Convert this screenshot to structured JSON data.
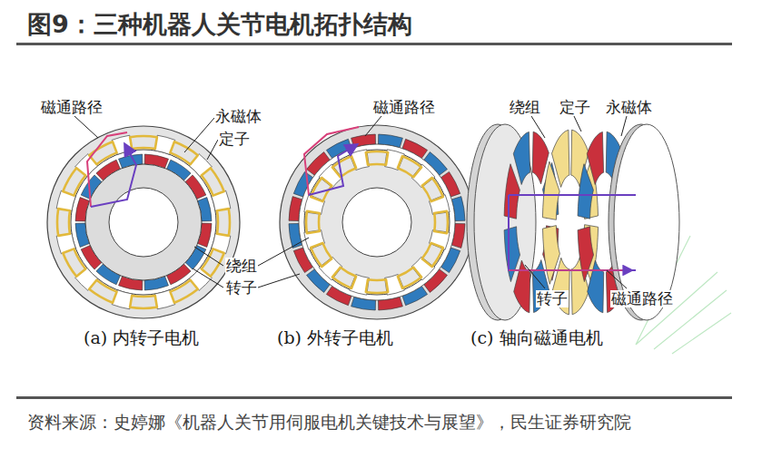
{
  "diagram": {
    "title": "图9：三种机器人关节电机拓扑结构",
    "labels": [
      "磁通路径",
      "永磁体",
      "定子",
      "磁通路径",
      "绕组",
      "转子",
      "绕组",
      "定子",
      "永磁体",
      "转子",
      "磁通路径",
      "(a) 内转子电机",
      "(b) 外转子电机",
      "(c) 轴向磁通电机",
      "资料来源：史婷娜《机器人关节用伺服电机关键技术与展望》，民生证券研究院"
    ]
  }
}
